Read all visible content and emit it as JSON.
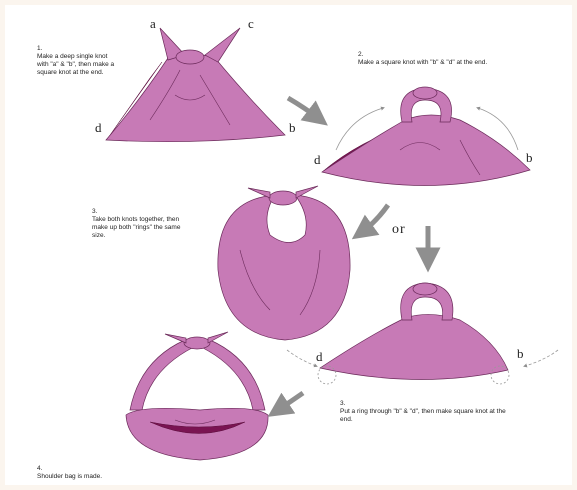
{
  "colors": {
    "cloth": "#c77ab6",
    "cloth_dark": "#7a1452",
    "line": "#6b2a5a",
    "arrow": "#8f8f8f",
    "frame": "#fbf5ee"
  },
  "steps": [
    {
      "number": "1.",
      "text": "Make a deep single knot\nwith \"a\" & \"b\", then make a\nsquare knot at the end."
    },
    {
      "number": "2.",
      "text": "Make a square knot with \"b\" & \"d\" at the end."
    },
    {
      "number": "3.",
      "text": "Take both knots together, then\nmake up both \"rings\" the same\nsize."
    },
    {
      "number": "3.",
      "text": "Put a ring through \"b\" & \"d\", then make square knot at the\nend."
    },
    {
      "number": "4.",
      "text": "Shoulder bag is made."
    }
  ],
  "corner_labels": {
    "a": "a",
    "b": "b",
    "c": "c",
    "d": "d"
  },
  "or_label": "or"
}
